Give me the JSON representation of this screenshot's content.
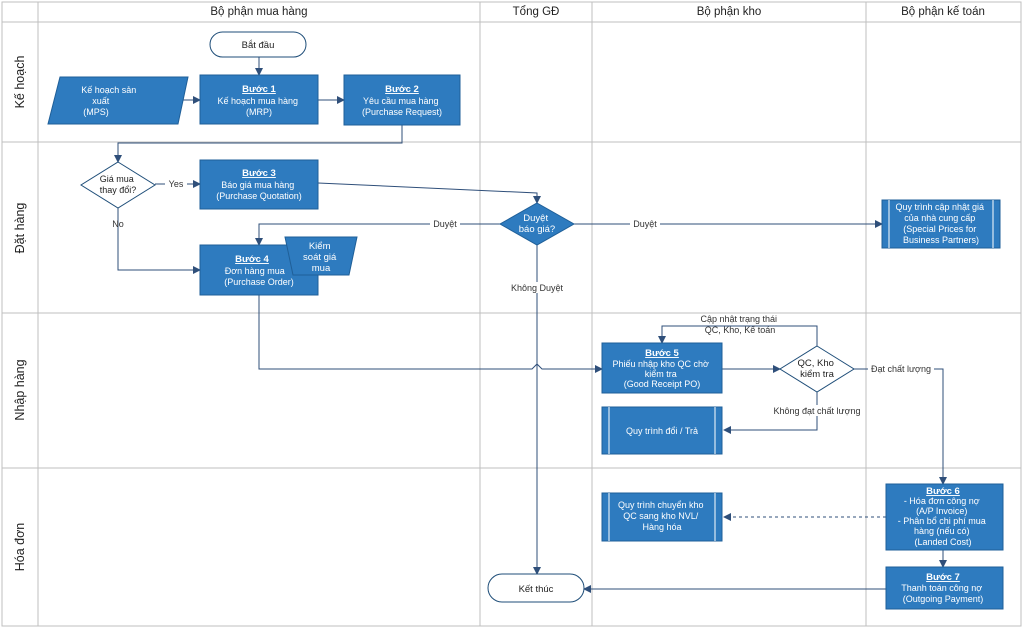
{
  "columns": {
    "purchasing": "Bộ phận mua hàng",
    "director": "Tổng GĐ",
    "warehouse": "Bộ phận kho",
    "accounting": "Bộ phận kế toán"
  },
  "rows": {
    "plan": "Kế hoạch",
    "order": "Đặt hàng",
    "receive": "Nhập hàng",
    "invoice": "Hóa đơn"
  },
  "nodes": {
    "start": "Bắt đầu",
    "mps": [
      "Kế hoạch sản",
      "xuất",
      "(MPS)"
    ],
    "step1": {
      "step": "Bước 1",
      "lines": [
        "Kế hoạch mua hàng",
        "(MRP)"
      ]
    },
    "step2": {
      "step": "Bước 2",
      "lines": [
        "Yêu cầu mua hàng",
        "(Purchase Request)"
      ]
    },
    "price_change": [
      "Giá mua",
      "thay đổi?"
    ],
    "step3": {
      "step": "Bước 3",
      "lines": [
        "Báo giá mua hàng",
        "(Purchase Quotation)"
      ]
    },
    "approve_quote": [
      "Duyệt",
      "báo giá?"
    ],
    "special_prices": [
      "Quy trình cập nhật giá",
      "của nhà cung cấp",
      "(Special Prices for",
      "Business Partners)"
    ],
    "step4": {
      "step": "Bước 4",
      "lines": [
        "Đơn hàng mua",
        "(Purchase Order)"
      ]
    },
    "price_control": [
      "Kiểm",
      "soát giá",
      "mua"
    ],
    "step5": {
      "step": "Bước 5",
      "lines": [
        "Phiếu nhập kho QC chờ",
        "kiểm tra",
        "(Good Receipt PO)"
      ]
    },
    "qc_check": [
      "QC, Kho",
      "kiểm tra"
    ],
    "return_proc": "Quy trình đổi / Trả",
    "transfer_proc": [
      "Quy trình chuyển kho",
      "QC sang kho NVL/",
      "Hàng hóa"
    ],
    "step6": {
      "step": "Bước 6",
      "lines": [
        "- Hóa đơn công nợ",
        "(A/P Invoice)",
        "- Phân bổ chi phí mua",
        "hàng (nếu có)",
        "(Landed Cost)"
      ]
    },
    "step7": {
      "step": "Bước 7",
      "lines": [
        "Thanh toán công nợ",
        "(Outgoing Payment)"
      ]
    },
    "end": "Kết thúc"
  },
  "edge_labels": {
    "yes": "Yes",
    "no": "No",
    "approved_left": "Duyệt",
    "approved_right": "Duyệt",
    "not_approved": "Không Duyệt",
    "status_update": [
      "Cập nhật trạng thái",
      "QC, Kho, Kế toán"
    ],
    "quality_ok": "Đạt chất lượng",
    "quality_fail": "Không đạt chất lượng"
  }
}
